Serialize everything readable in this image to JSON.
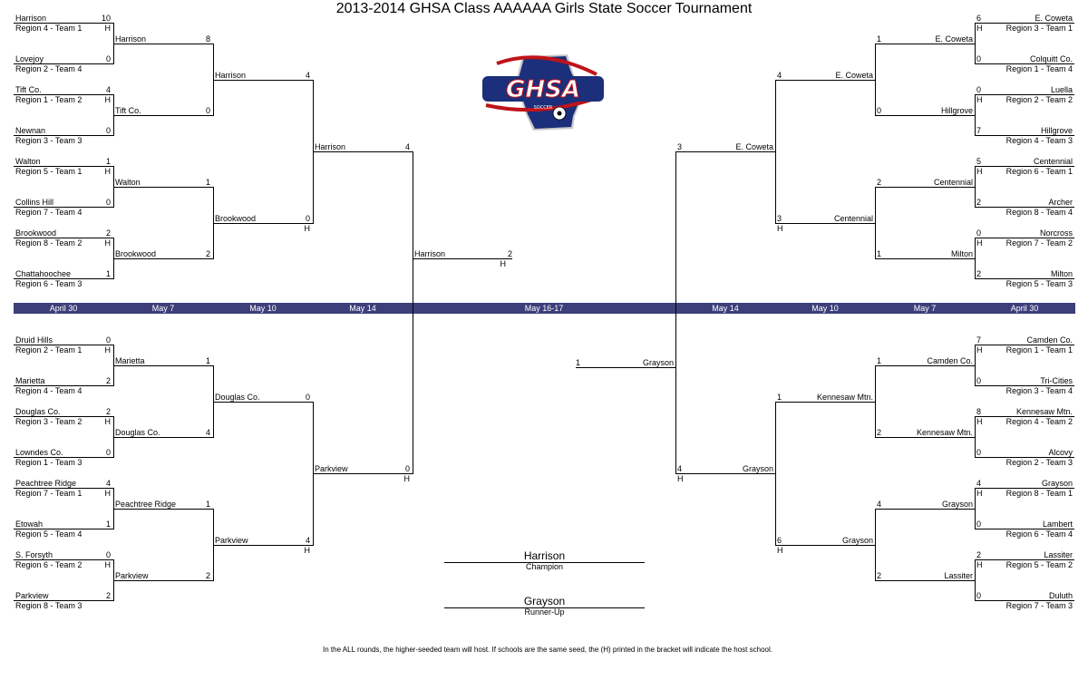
{
  "title": "2013-2014 GHSA Class AAAAAA Girls State Soccer Tournament",
  "host_marker": "H",
  "logo": {
    "text": "GHSA",
    "subtext": "SOCCER"
  },
  "dates": [
    "April 30",
    "May 7",
    "May 10",
    "May 14",
    "May 16-17",
    "May 14",
    "May 10",
    "May 7",
    "April 30"
  ],
  "left_top": {
    "r1": [
      {
        "team": "Harrison",
        "seed": "Region 4 - Team 1",
        "score": "10",
        "host": true
      },
      {
        "team": "Lovejoy",
        "seed": "Region 2 - Team 4",
        "score": "0"
      },
      {
        "team": "Tift Co.",
        "seed": "Region 1 - Team 2",
        "score": "4",
        "host": true
      },
      {
        "team": "Newnan",
        "seed": "Region 3 - Team 3",
        "score": "0"
      },
      {
        "team": "Walton",
        "seed": "Region 5 - Team 1",
        "score": "1",
        "host": true
      },
      {
        "team": "Collins Hill",
        "seed": "Region 7 - Team 4",
        "score": "0"
      },
      {
        "team": "Brookwood",
        "seed": "Region 8 - Team 2",
        "score": "2",
        "host": true
      },
      {
        "team": "Chattahoochee",
        "seed": "Region 6 - Team 3",
        "score": "1"
      }
    ],
    "r2": [
      {
        "team": "Harrison",
        "score": "8"
      },
      {
        "team": "Tift Co.",
        "score": "0"
      },
      {
        "team": "Walton",
        "score": "1"
      },
      {
        "team": "Brookwood",
        "score": "2"
      }
    ],
    "r3": [
      {
        "team": "Harrison",
        "score": "4"
      },
      {
        "team": "Brookwood",
        "score": "0",
        "host": true
      }
    ],
    "r4": {
      "team": "Harrison",
      "score": "4"
    }
  },
  "left_bottom": {
    "r1": [
      {
        "team": "Druid Hills",
        "seed": "Region 2 - Team 1",
        "score": "0",
        "host": true
      },
      {
        "team": "Marietta",
        "seed": "Region 4 - Team 4",
        "score": "2"
      },
      {
        "team": "Douglas Co.",
        "seed": "Region 3 - Team 2",
        "score": "2",
        "host": true
      },
      {
        "team": "Lowndes Co.",
        "seed": "Region 1 - Team 3",
        "score": "0"
      },
      {
        "team": "Peachtree Ridge",
        "seed": "Region 7 - Team 1",
        "score": "4",
        "host": true
      },
      {
        "team": "Etowah",
        "seed": "Region 5 - Team 4",
        "score": "1"
      },
      {
        "team": "S. Forsyth",
        "seed": "Region 6 - Team 2",
        "score": "0",
        "host": true
      },
      {
        "team": "Parkview",
        "seed": "Region 8 - Team 3",
        "score": "2"
      }
    ],
    "r2": [
      {
        "team": "Marietta",
        "score": "1"
      },
      {
        "team": "Douglas Co.",
        "score": "4"
      },
      {
        "team": "Peachtree Ridge",
        "score": "1"
      },
      {
        "team": "Parkview",
        "score": "2"
      }
    ],
    "r3": [
      {
        "team": "Douglas Co.",
        "score": "0"
      },
      {
        "team": "Parkview",
        "score": "4",
        "host": true
      }
    ],
    "r4": {
      "team": "Parkview",
      "score": "0",
      "host": true
    }
  },
  "right_top": {
    "r1": [
      {
        "team": "E. Coweta",
        "seed": "Region 3 - Team 1",
        "score": "6",
        "host": true
      },
      {
        "team": "Colquitt Co.",
        "seed": "Region 1 - Team 4",
        "score": "0"
      },
      {
        "team": "Luella",
        "seed": "Region 2 - Team 2",
        "score": "0",
        "host": true
      },
      {
        "team": "Hillgrove",
        "seed": "Region 4 - Team 3",
        "score": "7"
      },
      {
        "team": "Centennial",
        "seed": "Region 6 - Team 1",
        "score": "5",
        "host": true
      },
      {
        "team": "Archer",
        "seed": "Region 8 - Team 4",
        "score": "2"
      },
      {
        "team": "Norcross",
        "seed": "Region 7 - Team 2",
        "score": "0",
        "host": true
      },
      {
        "team": "Milton",
        "seed": "Region 5 - Team 3",
        "score": "2"
      }
    ],
    "r2": [
      {
        "team": "E. Coweta",
        "score": "1"
      },
      {
        "team": "Hillgrove",
        "score": "0"
      },
      {
        "team": "Centennial",
        "score": "2"
      },
      {
        "team": "Milton",
        "score": "1"
      }
    ],
    "r3": [
      {
        "team": "E. Coweta",
        "score": "4"
      },
      {
        "team": "Centennial",
        "score": "3",
        "host": true
      }
    ],
    "r4": {
      "team": "E. Coweta",
      "score": "3"
    }
  },
  "right_bottom": {
    "r1": [
      {
        "team": "Camden Co.",
        "seed": "Region 1 - Team 1",
        "score": "7",
        "host": true
      },
      {
        "team": "Tri-Cities",
        "seed": "Region 3 - Team 4",
        "score": "0"
      },
      {
        "team": "Kennesaw Mtn.",
        "seed": "Region 4 - Team 2",
        "score": "8",
        "host": true
      },
      {
        "team": "Alcovy",
        "seed": "Region 2 - Team 3",
        "score": "0"
      },
      {
        "team": "Grayson",
        "seed": "Region 8 - Team 1",
        "score": "4",
        "host": true
      },
      {
        "team": "Lambert",
        "seed": "Region 6 - Team 4",
        "score": "0"
      },
      {
        "team": "Lassiter",
        "seed": "Region 5 - Team 2",
        "score": "2",
        "host": true
      },
      {
        "team": "Duluth",
        "seed": "Region 7 - Team 3",
        "score": "0"
      }
    ],
    "r2": [
      {
        "team": "Camden Co.",
        "score": "1"
      },
      {
        "team": "Kennesaw Mtn.",
        "score": "2"
      },
      {
        "team": "Grayson",
        "score": "4"
      },
      {
        "team": "Lassiter",
        "score": "2"
      }
    ],
    "r3": [
      {
        "team": "Kennesaw Mtn.",
        "score": "1"
      },
      {
        "team": "Grayson",
        "score": "6",
        "host": true
      }
    ],
    "r4": {
      "team": "Grayson",
      "score": "4",
      "host": true
    }
  },
  "final": {
    "left": {
      "team": "Harrison",
      "score": "2",
      "host": true
    },
    "right": {
      "team": "Grayson",
      "score": "1"
    }
  },
  "champion": {
    "team": "Harrison",
    "label": "Champion"
  },
  "runner_up": {
    "team": "Grayson",
    "label": "Runner-Up"
  },
  "footnote": "In the ALL rounds, the higher-seeded team will host.  If schools are the same seed, the (H) printed in the bracket will indicate the host school."
}
